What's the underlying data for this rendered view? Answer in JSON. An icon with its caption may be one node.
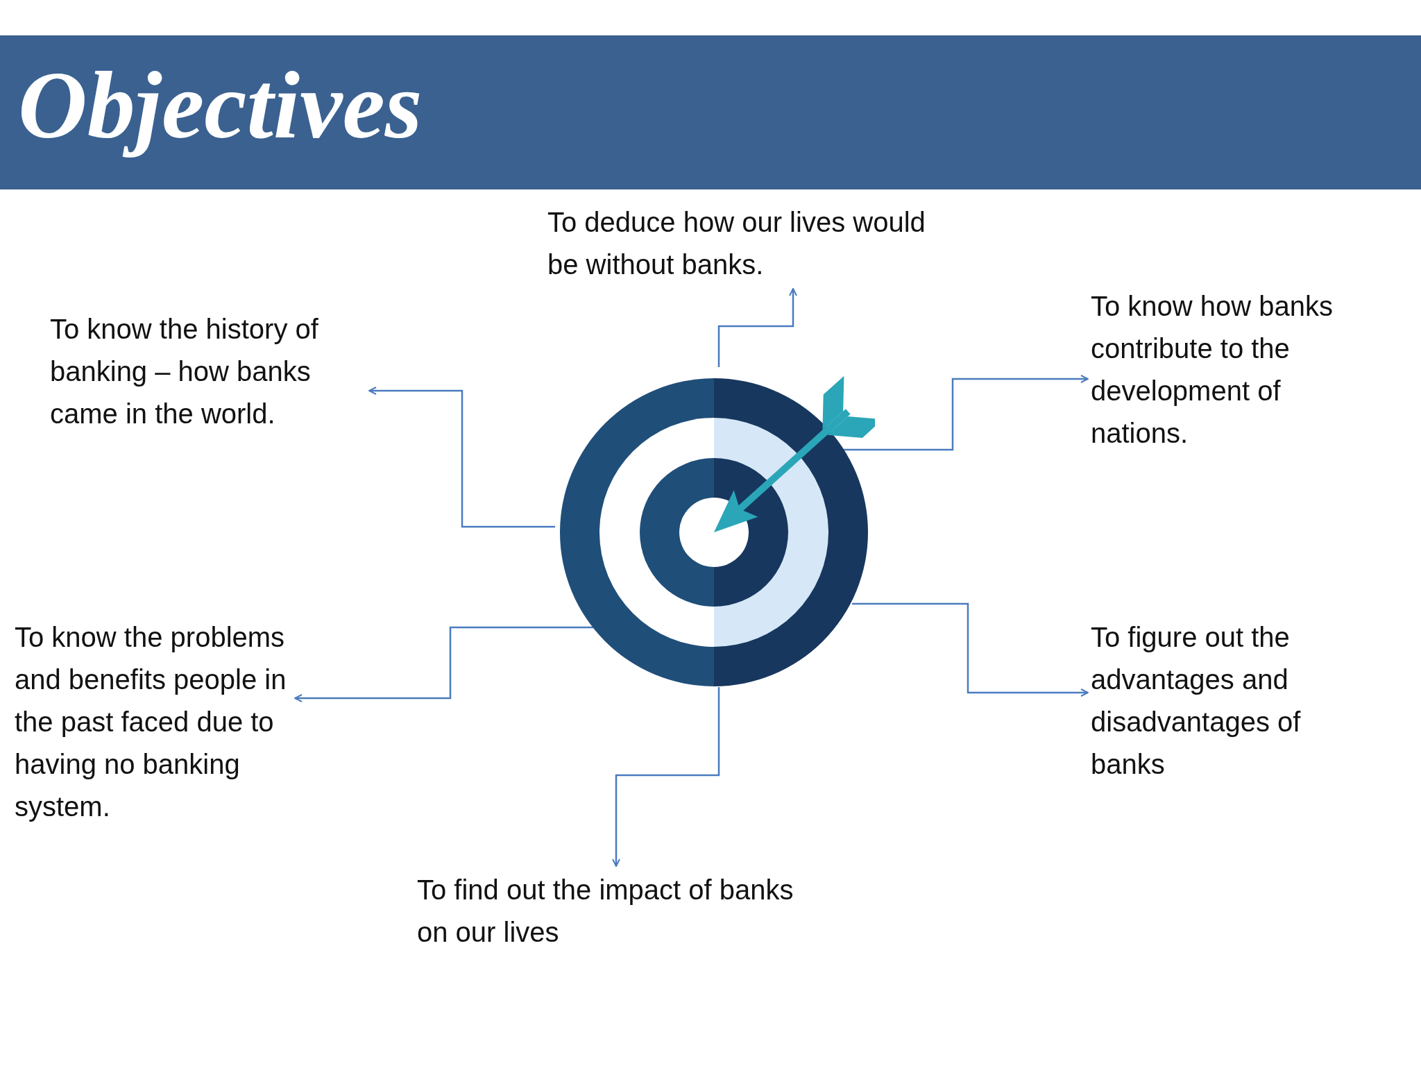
{
  "diagram": {
    "title": "Objectives",
    "nodes": [
      {
        "text": [],
        "shape": "target"
      },
      {
        "text": [
          "To deduce how our lives would be without banks."
        ]
      },
      {
        "text": [
          "To know the history of banking – how banks came in the world."
        ]
      },
      {
        "text": [
          "To know how banks contribute to the development of nations."
        ]
      },
      {
        "text": [
          "To know the problems and benefits people in the past faced due to having no banking system."
        ]
      },
      {
        "text": [
          "To figure out the advantages and disadvantages of banks"
        ]
      },
      {
        "text": [
          "To find out the impact of banks on our lives"
        ]
      }
    ],
    "edges": [
      {
        "from": 0,
        "to": 1,
        "arrow": "to"
      },
      {
        "from": 0,
        "to": 2,
        "arrow": "to"
      },
      {
        "from": 0,
        "to": 3,
        "arrow": "to"
      },
      {
        "from": 0,
        "to": 4,
        "arrow": "to"
      },
      {
        "from": 0,
        "to": 5,
        "arrow": "to"
      },
      {
        "from": 0,
        "to": 6,
        "arrow": "to"
      }
    ]
  }
}
